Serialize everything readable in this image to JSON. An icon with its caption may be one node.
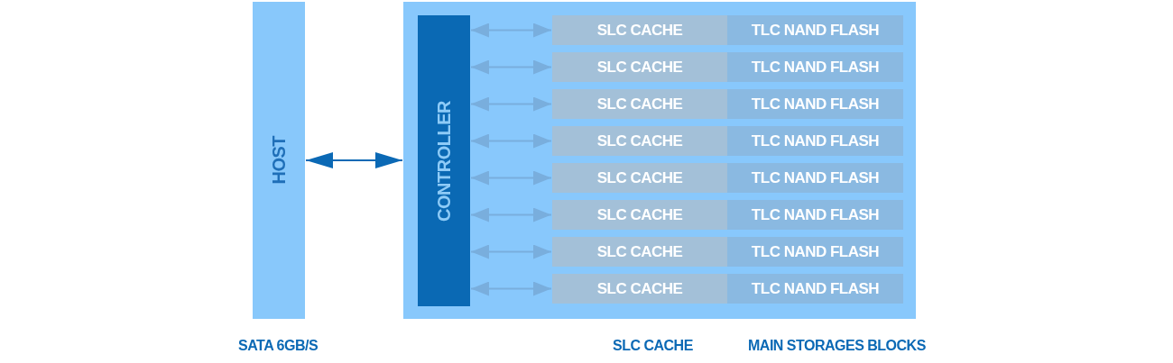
{
  "diagram": {
    "nodes": [
      {
        "text": [
          "HOST"
        ]
      },
      {
        "text": [],
        "shape": "box"
      },
      {
        "text": [
          "CONTROLLER"
        ],
        "in": 1
      },
      {
        "text": [
          "SLC CACHE"
        ],
        "in": 1
      },
      {
        "text": [
          "TLC NAND FLASH"
        ],
        "in": 1
      },
      {
        "text": [
          "SLC CACHE"
        ],
        "in": 1
      },
      {
        "text": [
          "TLC NAND FLASH"
        ],
        "in": 1
      },
      {
        "text": [
          "SLC CACHE"
        ],
        "in": 1
      },
      {
        "text": [
          "TLC NAND FLASH"
        ],
        "in": 1
      },
      {
        "text": [
          "SLC CACHE"
        ],
        "in": 1
      },
      {
        "text": [
          "TLC NAND FLASH"
        ],
        "in": 1
      },
      {
        "text": [
          "SLC CACHE"
        ],
        "in": 1
      },
      {
        "text": [
          "TLC NAND FLASH"
        ],
        "in": 1
      },
      {
        "text": [
          "SLC CACHE"
        ],
        "in": 1
      },
      {
        "text": [
          "TLC NAND FLASH"
        ],
        "in": 1
      },
      {
        "text": [
          "SLC CACHE"
        ],
        "in": 1
      },
      {
        "text": [
          "TLC NAND FLASH"
        ],
        "in": 1
      },
      {
        "text": [
          "SLC CACHE"
        ],
        "in": 1
      },
      {
        "text": [
          "TLC NAND FLASH"
        ],
        "in": 1
      }
    ],
    "edges": [
      {
        "from": 0,
        "to": 1,
        "arrow": "both",
        "color": "#0b69b5"
      },
      {
        "from": 2,
        "to": 3,
        "arrow": "both"
      },
      {
        "from": 2,
        "to": 5,
        "arrow": "both"
      },
      {
        "from": 2,
        "to": 7,
        "arrow": "both"
      },
      {
        "from": 2,
        "to": 9,
        "arrow": "both"
      },
      {
        "from": 2,
        "to": 11,
        "arrow": "both"
      },
      {
        "from": 2,
        "to": 13,
        "arrow": "both"
      },
      {
        "from": 2,
        "to": 15,
        "arrow": "both"
      },
      {
        "from": 2,
        "to": 17,
        "arrow": "both"
      }
    ],
    "labels": [
      "SATA 6GB/S",
      "SLC CACHE",
      "MAIN STORAGES BLOCKS"
    ]
  }
}
